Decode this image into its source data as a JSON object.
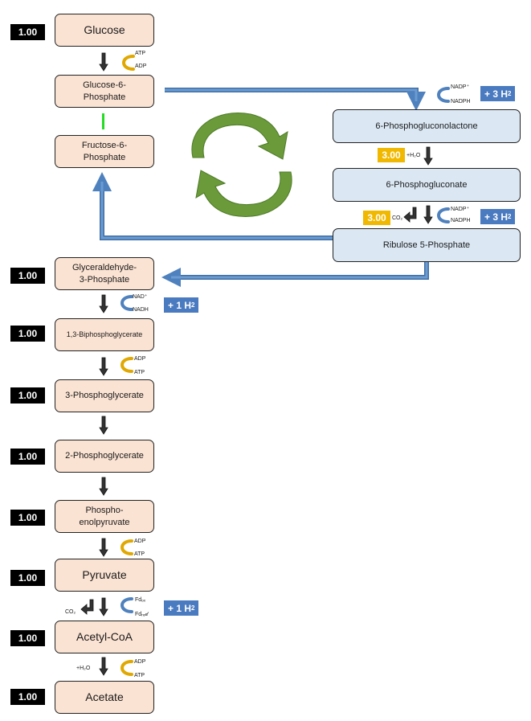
{
  "left": [
    {
      "name": "Glucose",
      "label": "Glucose",
      "value": "1.00"
    },
    {
      "name": "Glucose-6-Phosphate",
      "label": "Glucose-6-\nPhosphate",
      "value": ""
    },
    {
      "name": "Fructose-6-Phosphate",
      "label": "Fructose-6-\nPhosphate",
      "value": ""
    },
    {
      "name": "Glyceraldehyde-3-Phosphate",
      "label": "Glyceraldehyde-\n3-Phosphate",
      "value": "1.00"
    },
    {
      "name": "1,3-Biphosphoglycerate",
      "label": "1,3-Biphosphoglycerate",
      "value": "1.00"
    },
    {
      "name": "3-Phosphoglycerate",
      "label": "3-Phosphoglycerate",
      "value": "1.00"
    },
    {
      "name": "2-Phosphoglycerate",
      "label": "2-Phosphoglycerate",
      "value": "1.00"
    },
    {
      "name": "Phosphoenolpyruvate",
      "label": "Phospho-\nenolpyruvate",
      "value": "1.00"
    },
    {
      "name": "Pyruvate",
      "label": "Pyruvate",
      "value": "1.00"
    },
    {
      "name": "Acetyl-CoA",
      "label": "Acetyl-CoA",
      "value": "1.00"
    },
    {
      "name": "Acetate",
      "label": "Acetate",
      "value": "1.00"
    }
  ],
  "right": [
    {
      "label": "6-Phosphogluconolactone"
    },
    {
      "label": "6-Phosphogluconate"
    },
    {
      "label": "Ribulose 5-Phosphate"
    }
  ],
  "cofactors": {
    "atp": "ATP",
    "adp": "ADP",
    "nadp": "NADP⁺",
    "nadph": "NADPH",
    "nad": "NAD⁺",
    "nadh": "NADH",
    "h2o": "+H₂O",
    "co2": "CO₂",
    "fdox": "Fdₒₓ",
    "fdred": "Fdᵣₑ𝒹"
  },
  "gold_values": [
    "3.00",
    "3.00"
  ],
  "h2_labels": {
    "three": "+ 3 H",
    "one": "+ 1 H",
    "sub": "2"
  },
  "colors": {
    "peach": "#fbe3d3",
    "blue_box": "#dbe8f4",
    "flow_arrow": "#4e81bd",
    "cycle": "#6a9a3a",
    "gold": "#f0b800",
    "h2_badge": "#4a7abf",
    "isomer_bar": "#22dd22"
  }
}
